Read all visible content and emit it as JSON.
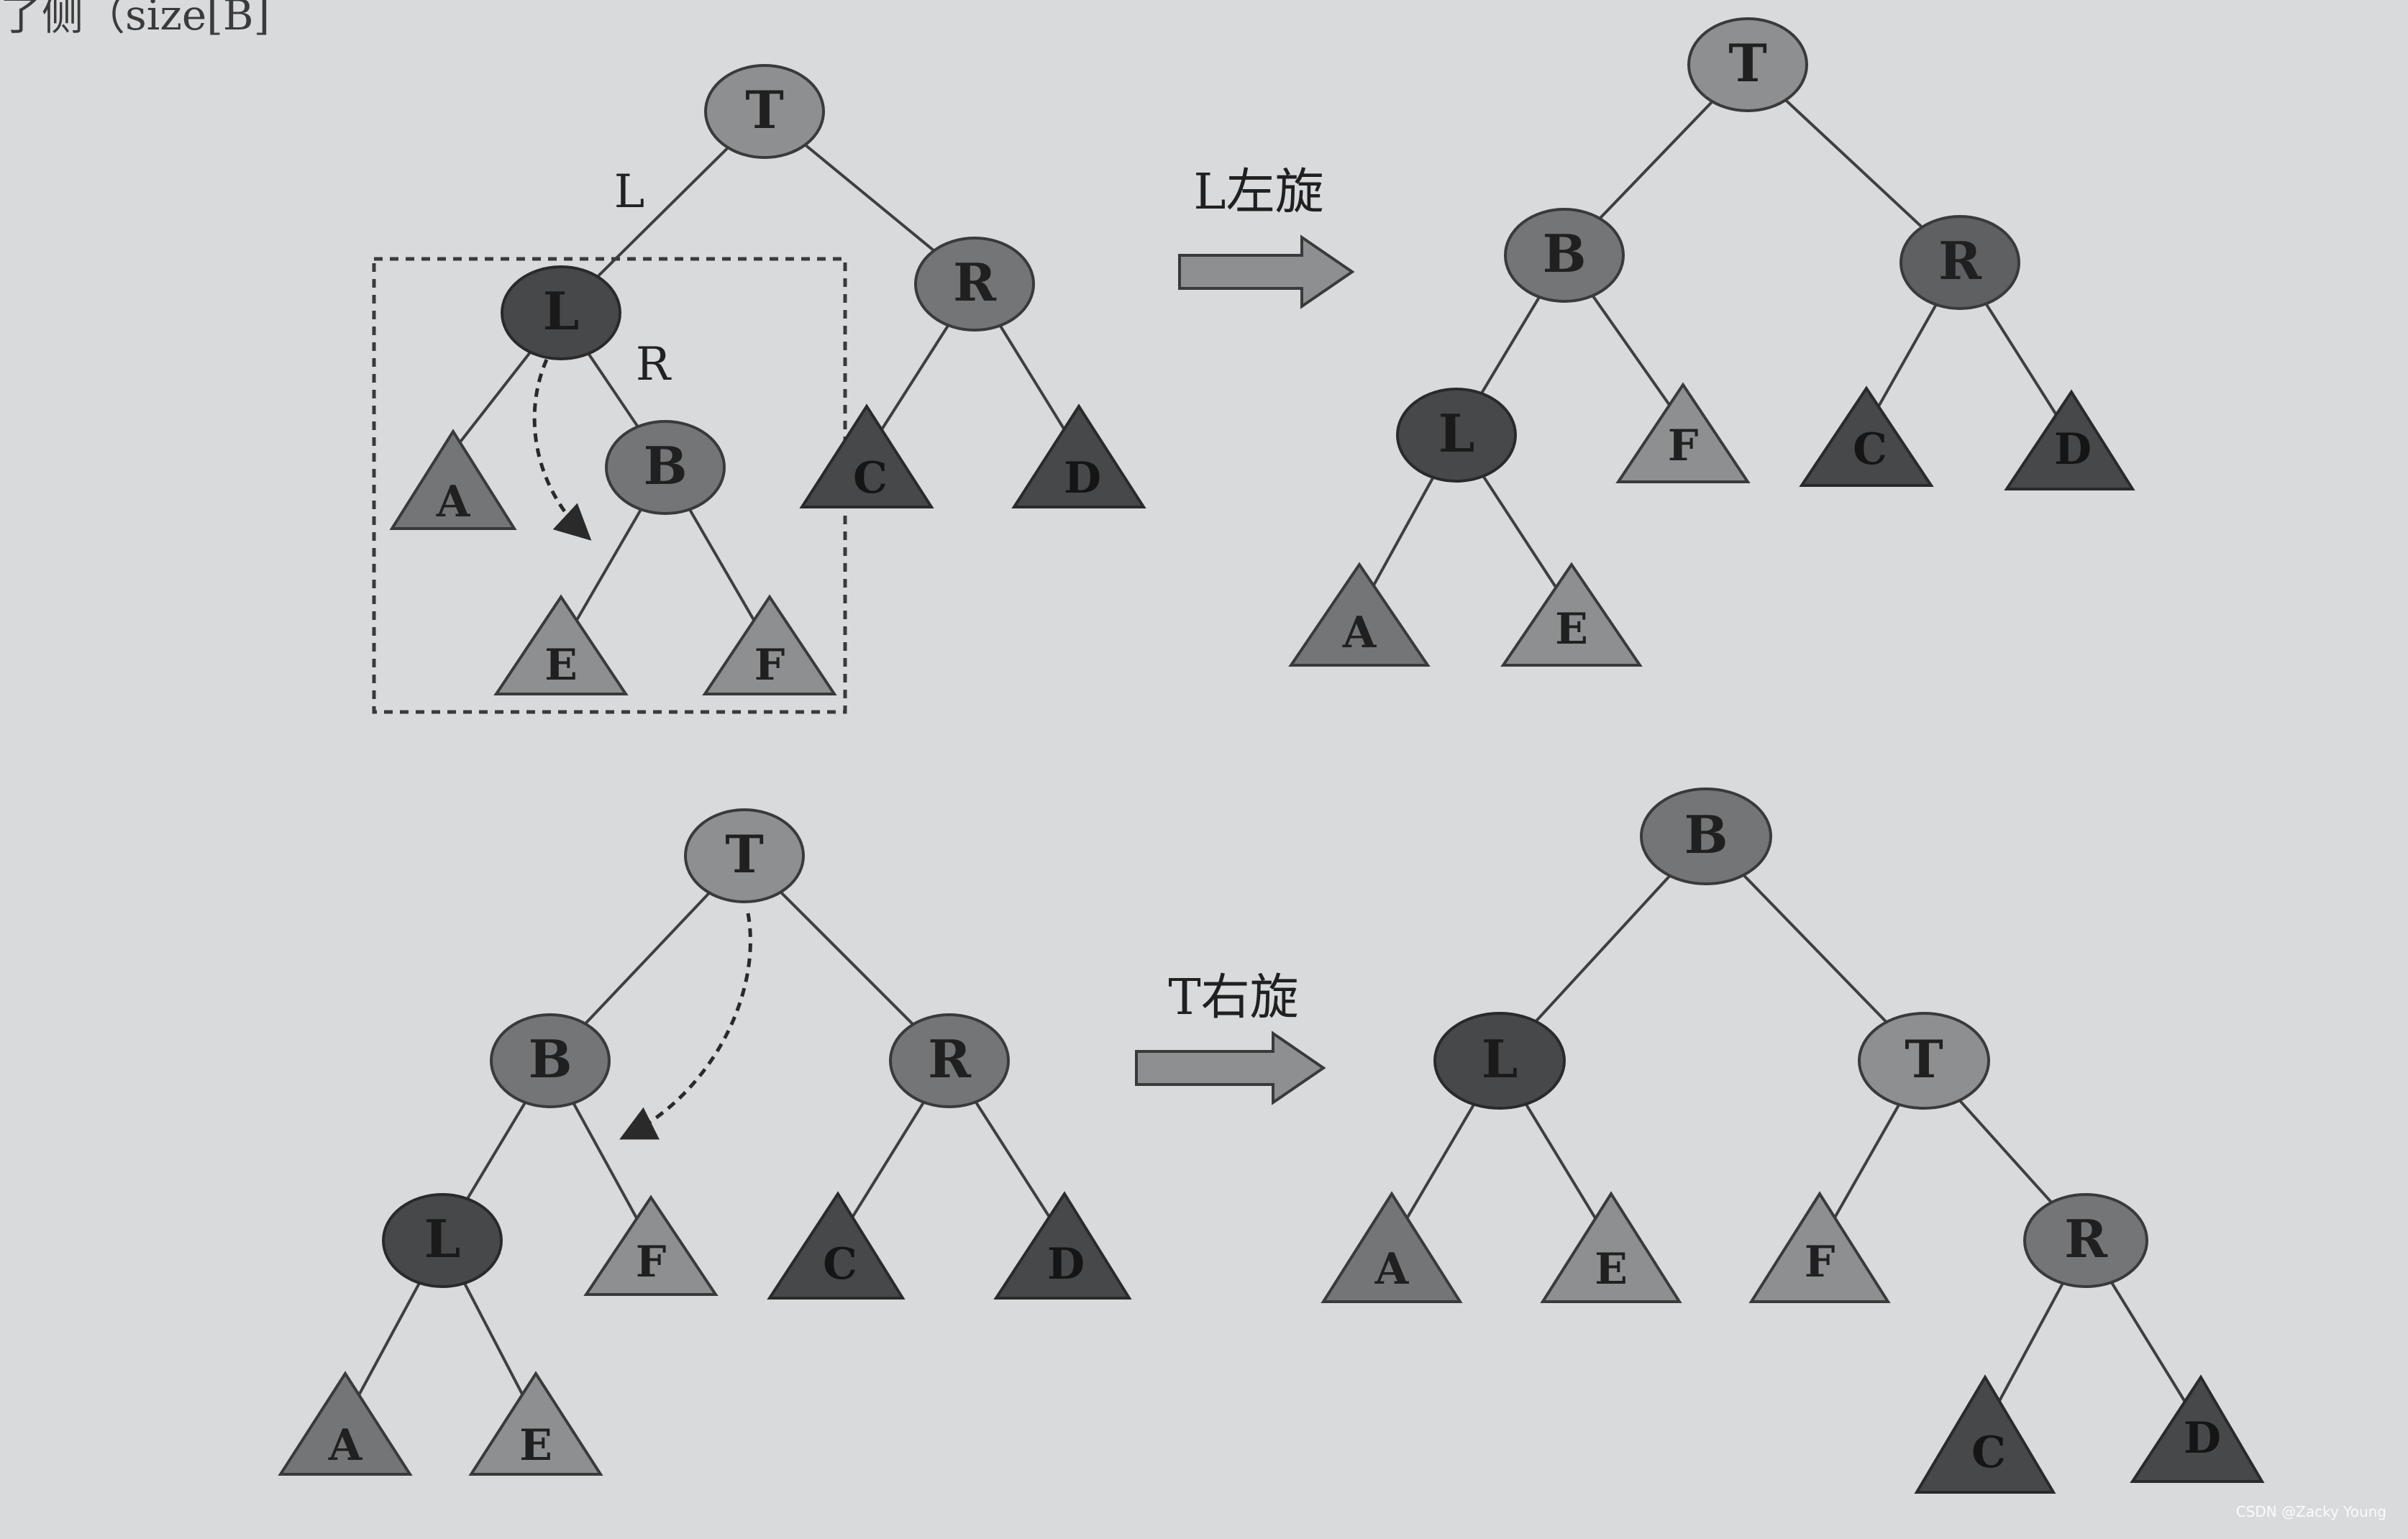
{
  "page": {
    "top_fragment": "了侧（size[B]",
    "watermark": "CSDN @Zacky Young"
  },
  "colors": {
    "background": "#d9dadc",
    "node_light": "#8e8f90",
    "node_mid": "#747577",
    "node_dark": "#46484a",
    "edge": "#3f3f3f",
    "text": "#202020"
  },
  "diagrams": [
    {
      "id": "before-left-rotate",
      "edge_labels": [
        "L",
        "R"
      ],
      "nodes": [
        {
          "id": "T",
          "label": "T",
          "shape": "circle",
          "shade": "light"
        },
        {
          "id": "L",
          "label": "L",
          "shape": "circle",
          "shade": "dark"
        },
        {
          "id": "R",
          "label": "R",
          "shape": "circle",
          "shade": "mid"
        },
        {
          "id": "B",
          "label": "B",
          "shape": "circle",
          "shade": "mid"
        },
        {
          "id": "A",
          "label": "A",
          "shape": "triangle",
          "shade": "mid"
        },
        {
          "id": "E",
          "label": "E",
          "shape": "triangle",
          "shade": "light"
        },
        {
          "id": "F",
          "label": "F",
          "shape": "triangle",
          "shade": "light"
        },
        {
          "id": "C",
          "label": "C",
          "shape": "triangle",
          "shade": "dark"
        },
        {
          "id": "D",
          "label": "D",
          "shape": "triangle",
          "shade": "dark"
        }
      ]
    },
    {
      "id": "after-left-rotate",
      "nodes": [
        {
          "id": "T",
          "label": "T",
          "shape": "circle",
          "shade": "light"
        },
        {
          "id": "B",
          "label": "B",
          "shape": "circle",
          "shade": "mid"
        },
        {
          "id": "R",
          "label": "R",
          "shape": "circle",
          "shade": "mid"
        },
        {
          "id": "L",
          "label": "L",
          "shape": "circle",
          "shade": "dark"
        },
        {
          "id": "F",
          "label": "F",
          "shape": "triangle",
          "shade": "light"
        },
        {
          "id": "C",
          "label": "C",
          "shape": "triangle",
          "shade": "dark"
        },
        {
          "id": "D",
          "label": "D",
          "shape": "triangle",
          "shade": "dark"
        },
        {
          "id": "A",
          "label": "A",
          "shape": "triangle",
          "shade": "mid"
        },
        {
          "id": "E",
          "label": "E",
          "shape": "triangle",
          "shade": "light"
        }
      ]
    },
    {
      "id": "before-right-rotate",
      "nodes": [
        {
          "id": "T",
          "label": "T",
          "shape": "circle",
          "shade": "light"
        },
        {
          "id": "B",
          "label": "B",
          "shape": "circle",
          "shade": "mid"
        },
        {
          "id": "R",
          "label": "R",
          "shape": "circle",
          "shade": "mid"
        },
        {
          "id": "L",
          "label": "L",
          "shape": "circle",
          "shade": "dark"
        },
        {
          "id": "F",
          "label": "F",
          "shape": "triangle",
          "shade": "light"
        },
        {
          "id": "C",
          "label": "C",
          "shape": "triangle",
          "shade": "dark"
        },
        {
          "id": "D",
          "label": "D",
          "shape": "triangle",
          "shade": "dark"
        },
        {
          "id": "A",
          "label": "A",
          "shape": "triangle",
          "shade": "mid"
        },
        {
          "id": "E",
          "label": "E",
          "shape": "triangle",
          "shade": "light"
        }
      ]
    },
    {
      "id": "after-right-rotate",
      "nodes": [
        {
          "id": "B",
          "label": "B",
          "shape": "circle",
          "shade": "mid"
        },
        {
          "id": "L",
          "label": "L",
          "shape": "circle",
          "shade": "dark"
        },
        {
          "id": "T",
          "label": "T",
          "shape": "circle",
          "shade": "light"
        },
        {
          "id": "A",
          "label": "A",
          "shape": "triangle",
          "shade": "mid"
        },
        {
          "id": "E",
          "label": "E",
          "shape": "triangle",
          "shade": "light"
        },
        {
          "id": "F",
          "label": "F",
          "shape": "triangle",
          "shade": "light"
        },
        {
          "id": "R",
          "label": "R",
          "shape": "circle",
          "shade": "mid"
        },
        {
          "id": "C",
          "label": "C",
          "shape": "triangle",
          "shade": "dark"
        },
        {
          "id": "D",
          "label": "D",
          "shape": "triangle",
          "shade": "dark"
        }
      ]
    }
  ],
  "arrows": [
    {
      "id": "left-rotate",
      "label": "L左旋"
    },
    {
      "id": "right-rotate",
      "label": "T右旋"
    }
  ]
}
